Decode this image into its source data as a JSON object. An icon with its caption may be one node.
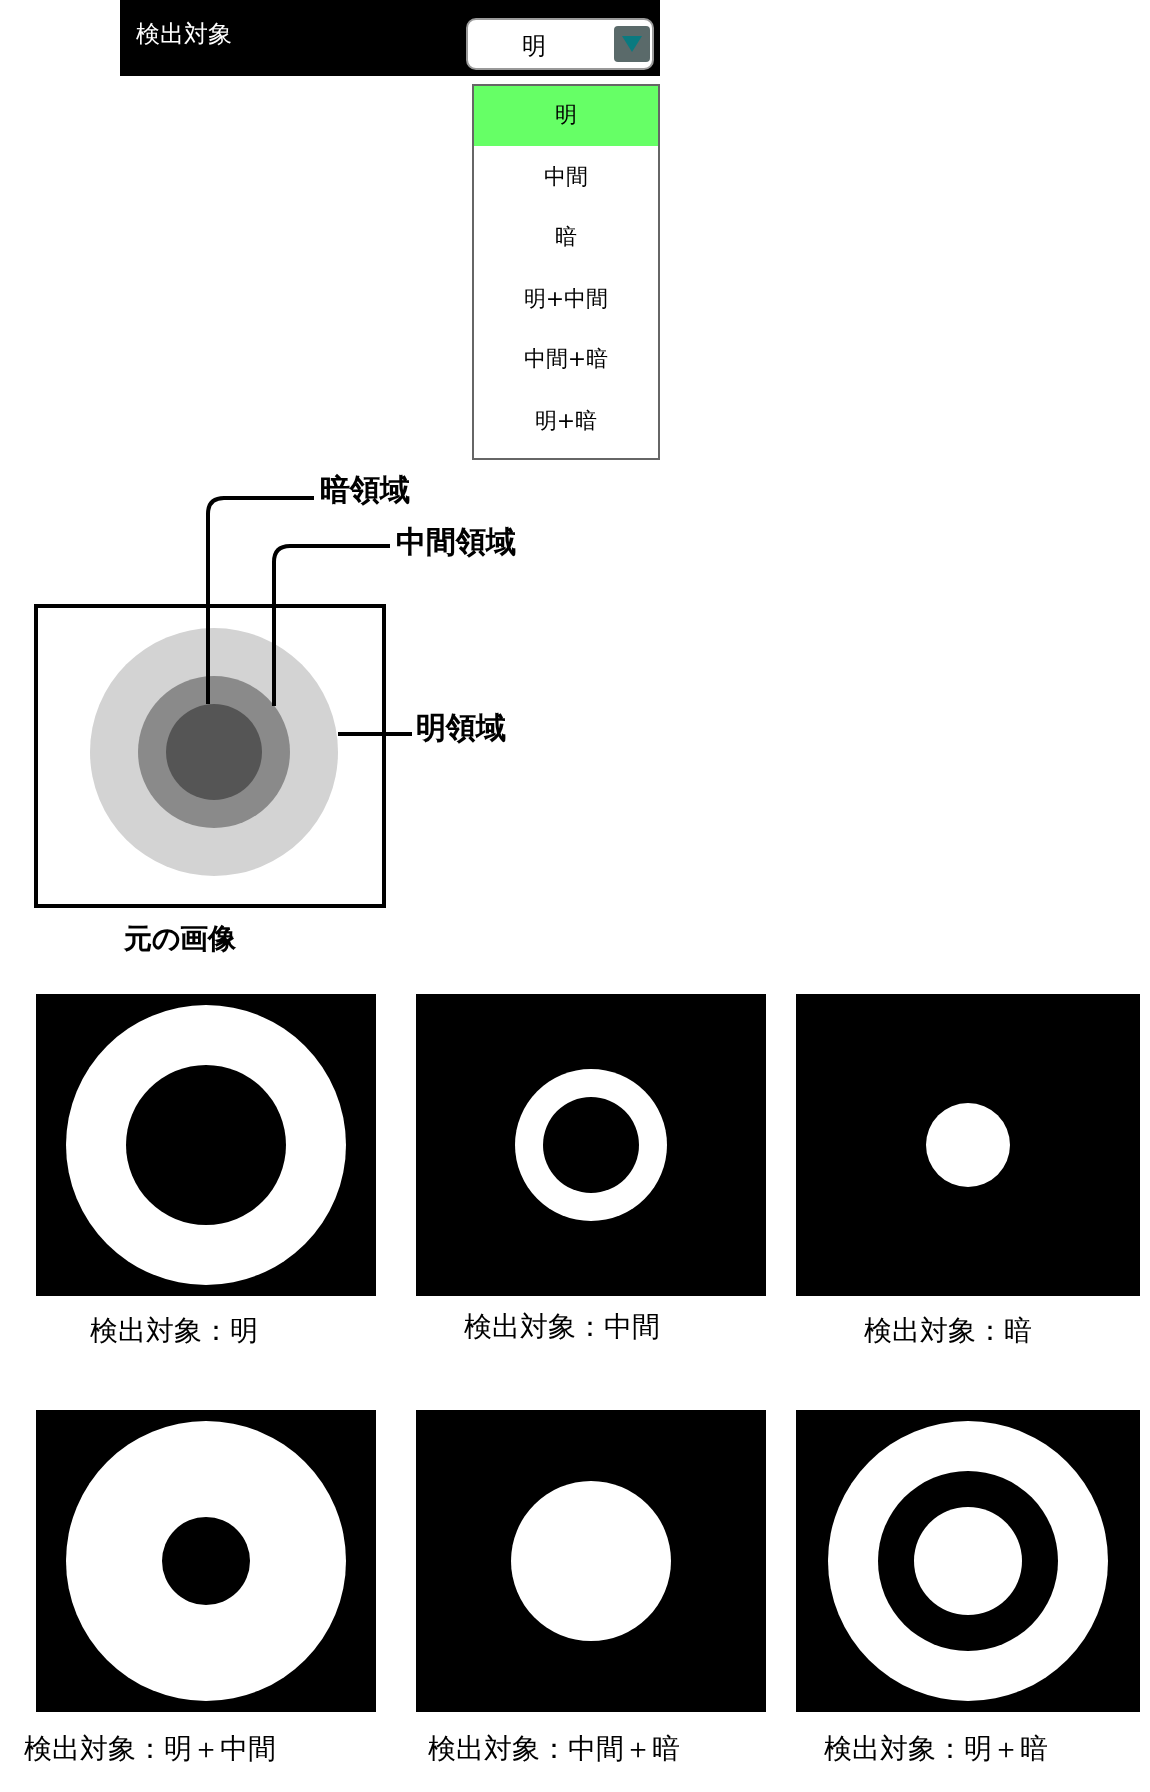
{
  "diagram": {
    "nodes": [
      {
        "text": [
          "暗領域"
        ]
      },
      {
        "text": [
          "中間領域"
        ]
      },
      {
        "text": [
          "明領域"
        ]
      },
      {
        "text": [],
        "shape": "circle"
      },
      {
        "text": [],
        "shape": "circle",
        "in": 3
      },
      {
        "text": [],
        "shape": "circle",
        "in": 4
      }
    ],
    "edges": [
      {
        "from": 0,
        "to": 5,
        "arrow": "none"
      },
      {
        "from": 1,
        "to": 4,
        "arrow": "none"
      },
      {
        "from": 2,
        "to": 3,
        "arrow": "none"
      }
    ],
    "labels": [
      "検出対象",
      "明",
      "明",
      "中間",
      "暗",
      "明+中間",
      "中間+暗",
      "明+暗",
      "元の画像",
      "検出対象：明",
      "検出対象：中間",
      "検出対象：暗",
      "検出対象：明＋中間",
      "検出対象：中間＋暗",
      "検出対象：明＋暗"
    ]
  }
}
